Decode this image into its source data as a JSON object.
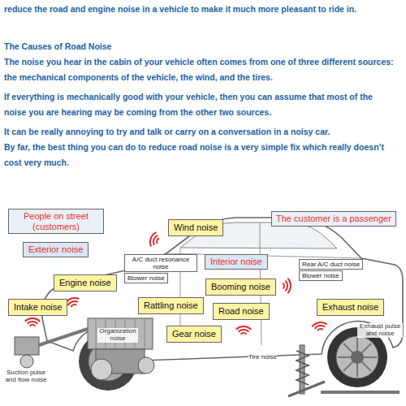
{
  "diagram": {
    "title": "The Causes of Road Noise",
    "nodes": [
      {
        "text": [
          "People on street (customers)"
        ]
      },
      {
        "text": [
          "Wind noise"
        ]
      },
      {
        "text": [
          "The customer is a passenger"
        ]
      },
      {
        "text": [
          "Exterior noise"
        ]
      },
      {
        "text": [
          "A/C duct resonance noise"
        ]
      },
      {
        "text": [
          "Interior noise"
        ]
      },
      {
        "text": [
          "Rear A/C duct noise"
        ]
      },
      {
        "text": [
          "Blower noise"
        ]
      },
      {
        "text": [
          "Blower noise"
        ]
      },
      {
        "text": [
          "Engine noise"
        ]
      },
      {
        "text": [
          "Booming noise"
        ]
      },
      {
        "text": [
          "Intake noise"
        ]
      },
      {
        "text": [
          "Rattling noise"
        ]
      },
      {
        "text": [
          "Road noise"
        ]
      },
      {
        "text": [
          "Exhaust noise"
        ]
      },
      {
        "text": [
          "Gear noise"
        ]
      }
    ],
    "labels": [
      "reduce the road and engine noise in a vehicle to make it much more pleasant to ride in.",
      "The noise you hear in the cabin of your vehicle often comes from one of three different sources: the mechanical components of the vehicle, the wind, and the tires.",
      "If everything is mechanically good with your vehicle, then you can assume that most of the noise you are hearing may be coming from the other two sources.",
      "It can be really annoying to try and talk or carry on a conversation in a noisy car.",
      "By far, the best thing you can do to reduce road noise is a very simple fix which really doesn’t cost very much.",
      "Organization noise",
      "Suction pulse and flow noise",
      "Tire noise",
      "Exhaust pulse and noise"
    ]
  }
}
